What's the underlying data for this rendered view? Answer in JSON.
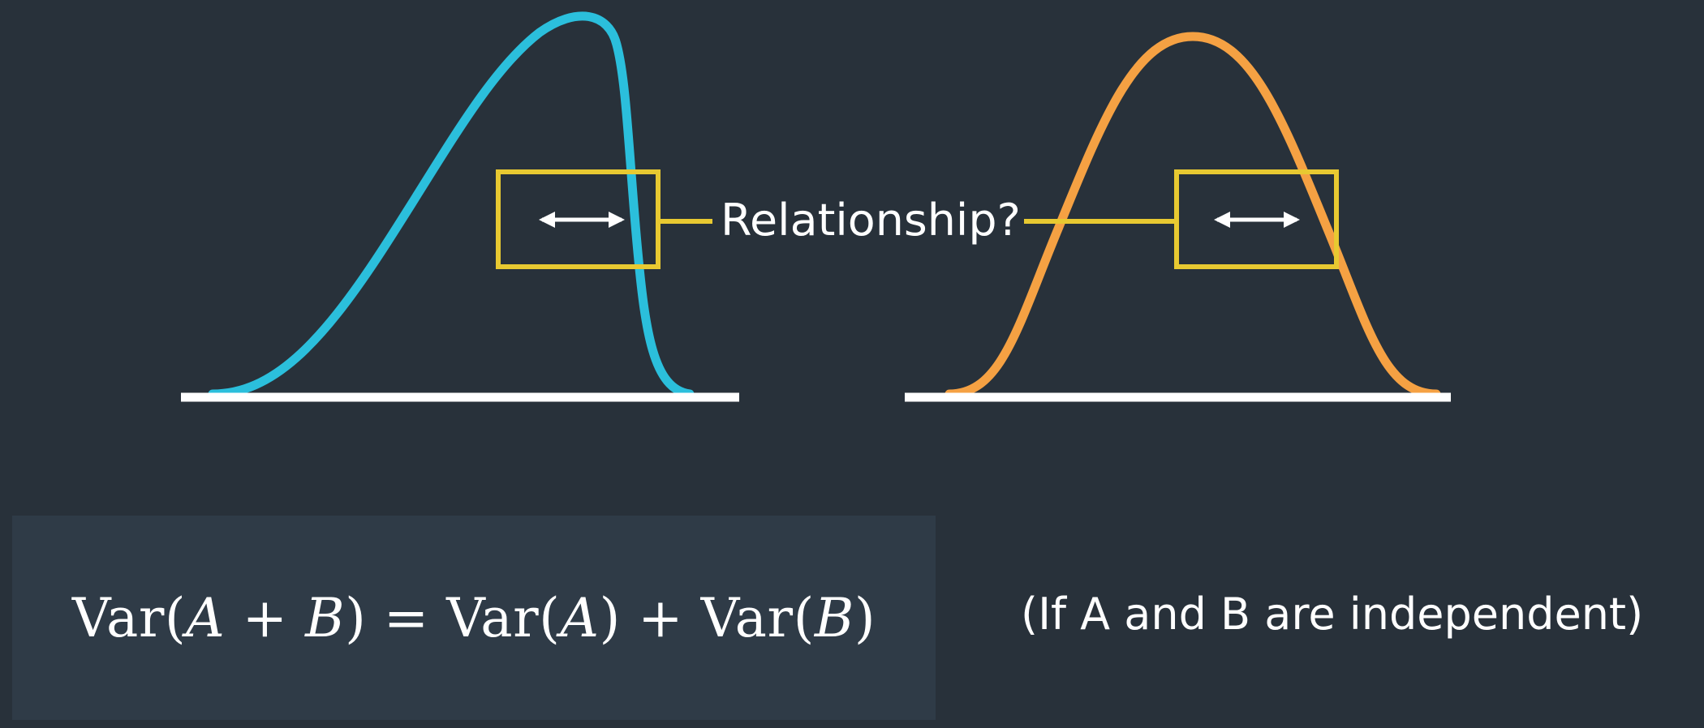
{
  "diagram": {
    "relationship_label": "Relationship?",
    "left_curve": {
      "shape": "left-skewed-density",
      "color": "#2bbfdc"
    },
    "right_curve": {
      "shape": "symmetric-bell-density",
      "color": "#f5a143"
    },
    "highlight_box_color": "#e8c931",
    "arrow_icon": "double-headed-arrow-icon",
    "baseline_color": "#ffffff"
  },
  "formula": {
    "var1": "Var",
    "open1": "(",
    "a1": "A",
    "plus1": " + ",
    "b1": "B",
    "close1": ")",
    "eq": " = ",
    "var2": "Var",
    "open2": "(",
    "a2": "A",
    "close2": ")",
    "plus2": " + ",
    "var3": "Var",
    "open3": "(",
    "b2": "B",
    "close3": ")"
  },
  "condition": "(If A and B are independent)",
  "colors": {
    "background": "#28313a",
    "formula_panel": "#2f3b47",
    "text": "#ffffff"
  }
}
